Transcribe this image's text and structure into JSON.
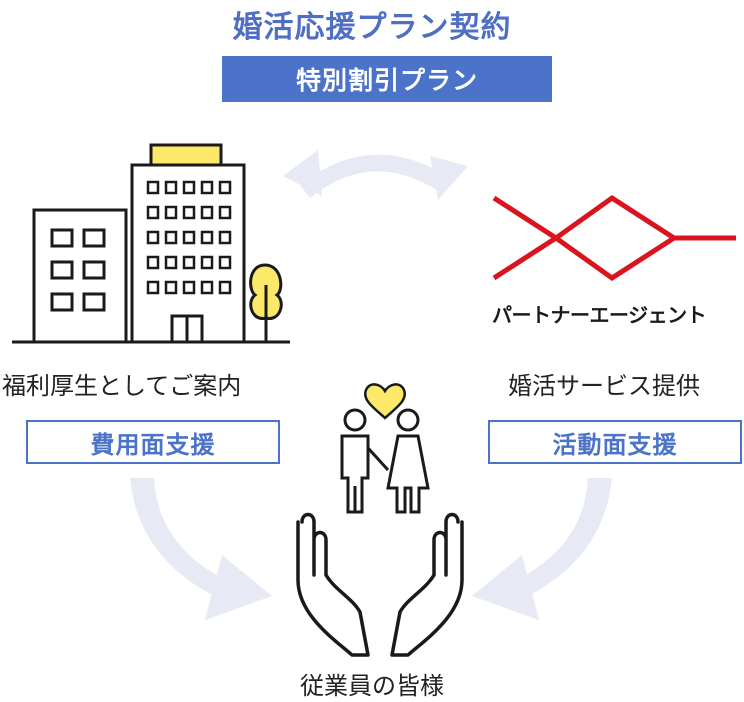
{
  "header": {
    "title": "婚活応援プラン契約",
    "plan_label": "特別割引プラン"
  },
  "left": {
    "caption": "福利厚生としてご案内",
    "support": "費用面支援"
  },
  "right": {
    "logo_text": "パートナーエージェント",
    "caption": "婚活サービス提供",
    "support": "活動面支援"
  },
  "bottom": {
    "caption": "従業員の皆様"
  },
  "colors": {
    "accent": "#4a73c9",
    "title": "#4f6fc5",
    "arrow": "#e7eaf5",
    "logo_red": "#d9141f",
    "heart": "#fce96a",
    "roof": "#fce96a"
  }
}
